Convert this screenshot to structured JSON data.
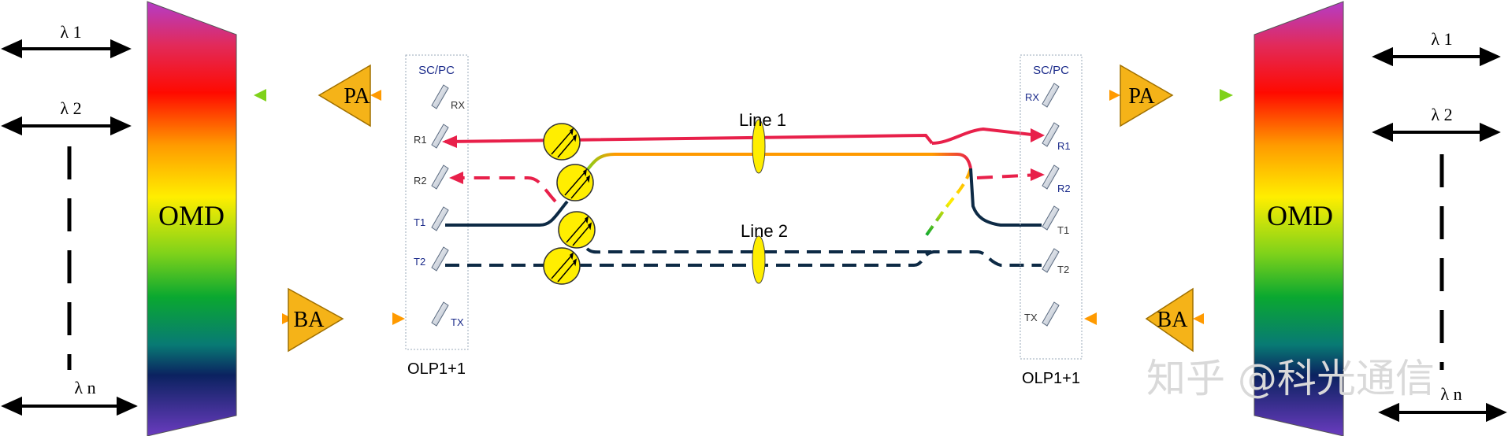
{
  "left_side": {
    "wavelengths": [
      "λ 1",
      "λ 2",
      "λ n"
    ],
    "omd_label": "OMD",
    "pa_label": "PA",
    "ba_label": "BA",
    "olp_title": "OLP1+1",
    "olp_connector": "SC/PC",
    "ports": [
      "RX",
      "R1",
      "R2",
      "T1",
      "T2",
      "TX"
    ]
  },
  "right_side": {
    "wavelengths": [
      "λ 1",
      "λ 2",
      "λ n"
    ],
    "omd_label": "OMD",
    "pa_label": "PA",
    "ba_label": "BA",
    "olp_title": "OLP1+1",
    "olp_connector": "SC/PC",
    "ports": [
      "RX",
      "R1",
      "R2",
      "T1",
      "T2",
      "TX"
    ]
  },
  "lines": {
    "line1": "Line 1",
    "line2": "Line 2"
  },
  "watermark": "知乎 @科光通信",
  "colors": {
    "amplifier_fill": "#f5b318",
    "amplifier_stroke": "#a07000",
    "coupler_fill": "#ffee00",
    "line_red": "#e8204a",
    "line_navy": "#0d2a45",
    "olp_border": "#9aa8b8",
    "port_label": "#1a2a8a"
  }
}
